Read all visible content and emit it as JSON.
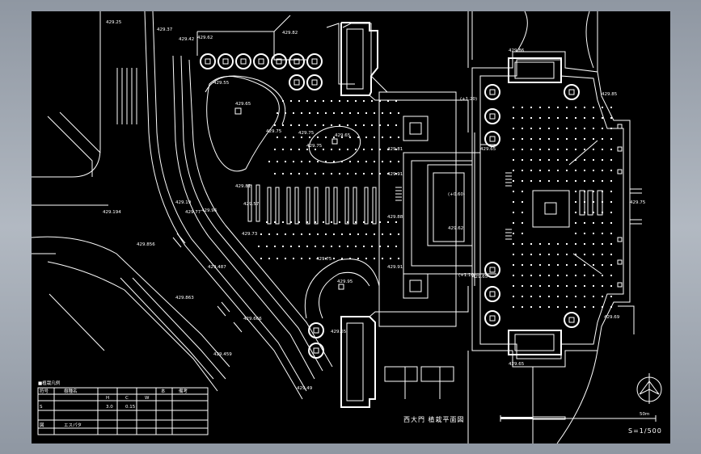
{
  "drawing": {
    "title": "西大門 植栽平面図",
    "scale": "S=1/500",
    "scale_bar_end": "50m"
  },
  "legend": {
    "title": "■植栽凡例",
    "headers": [
      "符号",
      "樹種名",
      "H",
      "C",
      "W",
      "本",
      "備考"
    ],
    "rows": [
      {
        "sym": "S",
        "name": "",
        "h": "3.0",
        "c": "0.15",
        "w": "",
        "n": "",
        "note": ""
      },
      {
        "sym": "図",
        "name": "エスパタ",
        "h": "",
        "c": "",
        "w": "",
        "n": "",
        "note": ""
      }
    ]
  },
  "elevations": [
    "429.25",
    "429.37",
    "429.42",
    "429.62",
    "429.82",
    "429.55",
    "429.65",
    "429.75",
    "429.65",
    "429.75",
    "429.75",
    "429.81",
    "429.91",
    "429.19",
    "429.77",
    "429.96",
    "429.81",
    "429.57",
    "429.73",
    "429.194",
    "429.856",
    "429.487",
    "429.863",
    "429.666",
    "429.459",
    "429.75",
    "429.95",
    "429.49",
    "429.88",
    "429.65",
    "429.86",
    "429.65",
    "429.75",
    "(+1.20)",
    "(+1.10)",
    "429.62",
    "(+0.60)",
    "429.91",
    "429.65",
    "429.69",
    "429.85",
    "429.65"
  ]
}
